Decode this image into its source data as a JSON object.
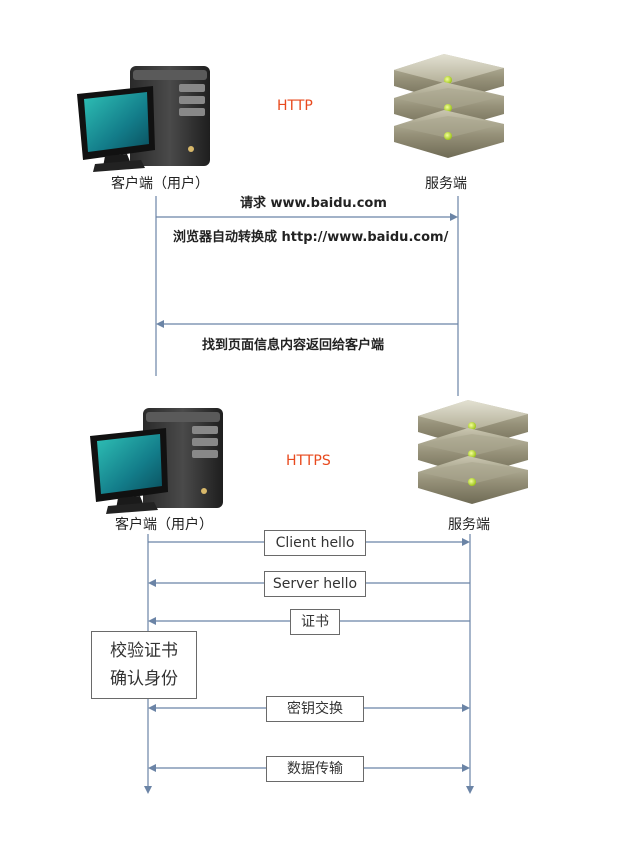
{
  "http": {
    "protocol": "HTTP",
    "client_label": "客户端（用户）",
    "server_label": "服务端",
    "messages": [
      "请求 www.baidu.com",
      "浏览器自动转换成 http://www.baidu.com/",
      "找到页面信息内容返回给客户端"
    ]
  },
  "https": {
    "protocol": "HTTPS",
    "client_label": "客户端（用户）",
    "server_label": "服务端",
    "messages": [
      "Client hello",
      "Server hello",
      "证书",
      "密钥交换",
      "数据传输"
    ],
    "verify_lines": [
      "校验证书",
      "确认身份"
    ]
  },
  "colors": {
    "protocol": "#e8491d",
    "line": "#6b84a6",
    "screen": "#1f9fa0",
    "server_body": "#8a866a",
    "server_light": "#c7ef3a"
  }
}
